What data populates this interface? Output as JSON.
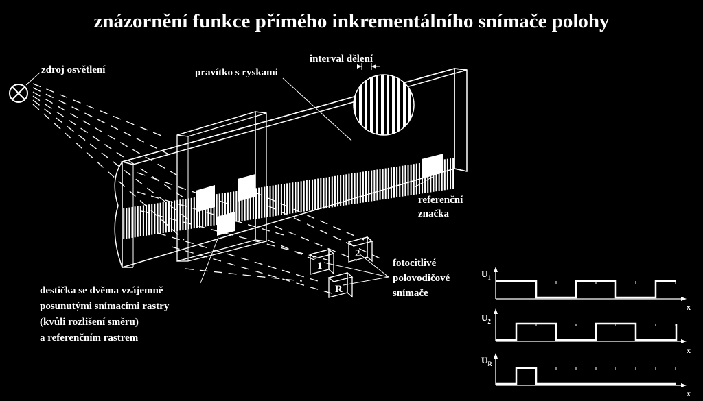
{
  "title": "znázornění funkce přímého inkrementálního snímače polohy",
  "labels": {
    "light_source": "zdroj osvětlení",
    "scale": "pravítko s ryskami",
    "division_interval": "interval dělení",
    "reference_mark_line1": "referenční",
    "reference_mark_line2": "značka",
    "photo_line1": "fotocitlivé",
    "photo_line2": "polovodičové",
    "photo_line3": "snímače",
    "plate_line1": "destička se dvěma vzájemně",
    "plate_line2": "posunutými snímacími rastry",
    "plate_line3": "(kvůli rozlišení směru)",
    "plate_line4": "a referenčním rastrem"
  },
  "sensors": {
    "s1": "1",
    "s2": "2",
    "sR": "R"
  },
  "signals": [
    {
      "main": "U",
      "sub": "1",
      "axis": "x"
    },
    {
      "main": "U",
      "sub": "2",
      "axis": "x"
    },
    {
      "main": "U",
      "sub": "R",
      "axis": "x"
    }
  ]
}
